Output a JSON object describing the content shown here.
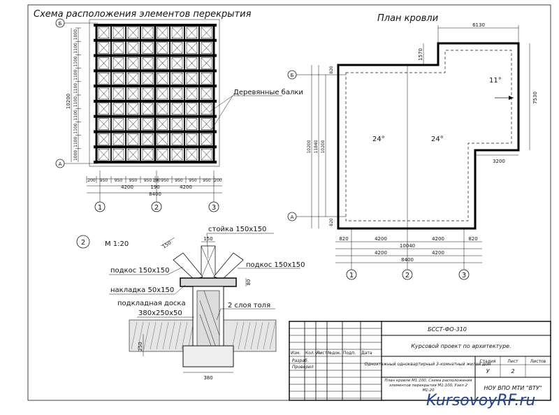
{
  "plan1": {
    "title": "Схема расположения элементов перекрытия",
    "axis_top": "Б",
    "axis_bottom": "А",
    "left_dims": [
      "1000",
      "1100",
      "1100",
      "1100",
      "1100",
      "1100",
      "1100",
      "1100",
      "1100",
      "1000"
    ],
    "left_total": "10200",
    "bottom_dims": [
      "200",
      "950",
      "950",
      "950",
      "950",
      "190",
      "950",
      "950",
      "950",
      "950",
      "200"
    ],
    "half_dims": [
      "4200",
      "190",
      "4200"
    ],
    "total_dim": "8400",
    "callout": "Деревянные балки",
    "axes": [
      "1",
      "2",
      "3"
    ]
  },
  "plan2": {
    "title": "План кровли",
    "axis_top": "Б",
    "axis_bottom": "А",
    "top_dim": "6130",
    "small_dim": "1570",
    "right_dim": "7530",
    "right_bottom_dim": "3200",
    "left_dims": [
      "820",
      "10200",
      "11840",
      "10200",
      "820"
    ],
    "slope_top": "11°",
    "slope_left": "24°",
    "slope_right": "24°",
    "bottom_dims1": [
      "820",
      "4200",
      "4200",
      "820"
    ],
    "bottom_total1": "10040",
    "bottom_dims2": [
      "4200",
      "4200"
    ],
    "bottom_total2": "8400",
    "axes": [
      "1",
      "2",
      "3"
    ]
  },
  "detail": {
    "number": "2",
    "scale": "М 1:20",
    "stoyka": "стойка 150х150",
    "podkos_left": "подкос 150х150",
    "podkos_right": "подкос 150х150",
    "nakladka": "накладка 50х150",
    "podkladnaya_1": "подкладная доска",
    "podkladnaya_2": "380х250х50",
    "tol": "2 слоя толя",
    "dim_150_top": "150",
    "dim_150_left": "150",
    "dim_80": "80",
    "dim_250": "250",
    "dim_380": "380"
  },
  "titleblock": {
    "code": "БССТ-ФО-310",
    "project": "Курсовой проект по архитектуре.",
    "building": "Одноэтажный одноквартирный 3-комнатный жилой дом",
    "sheet_desc": "План кровли М1:100, Схема расположения элементов перекрытия М1:100, Узел 2 М1:20",
    "org": "НОУ ВПО МТИ \"ВТУ\"",
    "col_headers": [
      "Изм.",
      "Кол.уч",
      "Лист",
      "№док.",
      "Подп.",
      "Дата"
    ],
    "razrab": "Разраб.",
    "proveril": "Проверил",
    "stadiya_h": "Стадия",
    "list_h": "Лист",
    "listov_h": "Листов",
    "stadiya": "У",
    "list": "2"
  },
  "watermark": "KursovoyRF.ru",
  "colors": {
    "line": "#111111",
    "watermark": "#1f3f9a"
  }
}
